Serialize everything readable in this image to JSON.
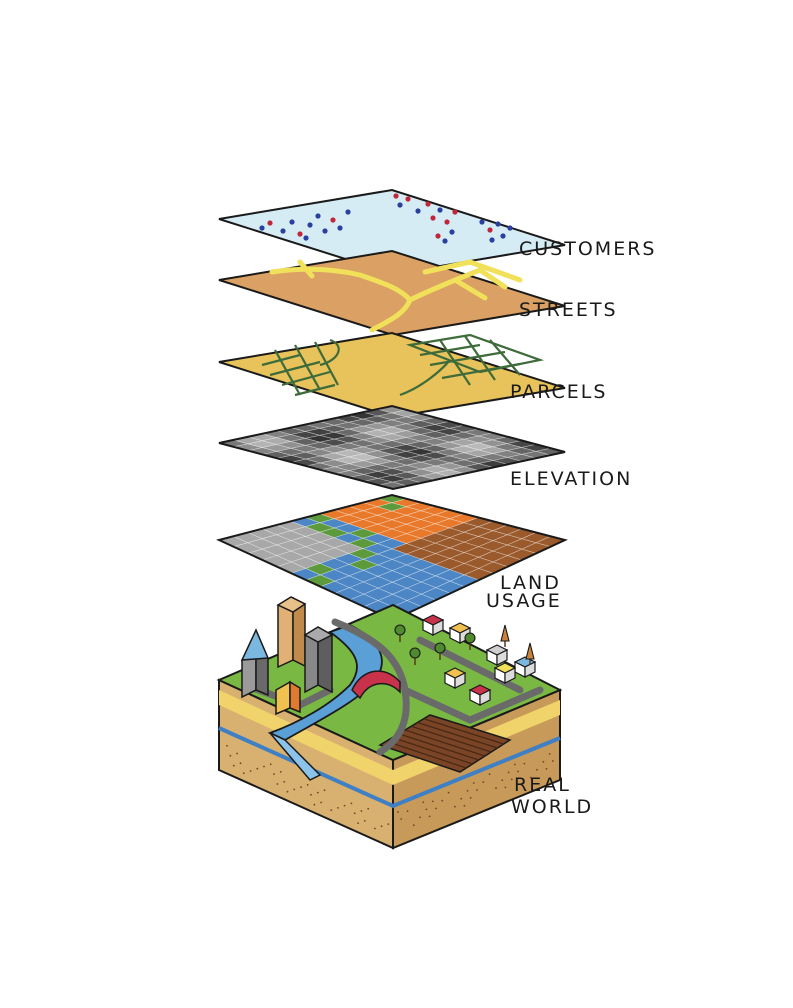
{
  "layers": [
    {
      "id": "customers",
      "label": "CUSTOMERS"
    },
    {
      "id": "streets",
      "label": "STREETS"
    },
    {
      "id": "parcels",
      "label": "PARCELS"
    },
    {
      "id": "elevation",
      "label": "ELEVATION"
    },
    {
      "id": "land-usage",
      "label_line1": "LAND",
      "label_line2": "USAGE"
    },
    {
      "id": "real-world",
      "label_line1": "REAL",
      "label_line2": "WORLD"
    }
  ],
  "colors": {
    "outline": "#1a1a1a",
    "customers_fill": "#d6ecf5",
    "customers_dot_blue": "#2a3f9e",
    "customers_dot_red": "#c0283a",
    "streets_fill": "#dba064",
    "streets_road": "#f0e05a",
    "parcels_fill": "#e8c25a",
    "parcels_lines": "#3e6b3a",
    "elevation_dark": "#333333",
    "elevation_light": "#b8b8b8",
    "land_gray": "#a8a8a8",
    "land_blue": "#4c86c4",
    "land_green": "#5c9a3c",
    "land_orange": "#e8782a",
    "land_brown": "#9a5a2c",
    "ground_green": "#7ab844",
    "water_blue": "#5a9fd6",
    "soil_tan": "#d8b070",
    "soil_yellow": "#f0d36a"
  }
}
